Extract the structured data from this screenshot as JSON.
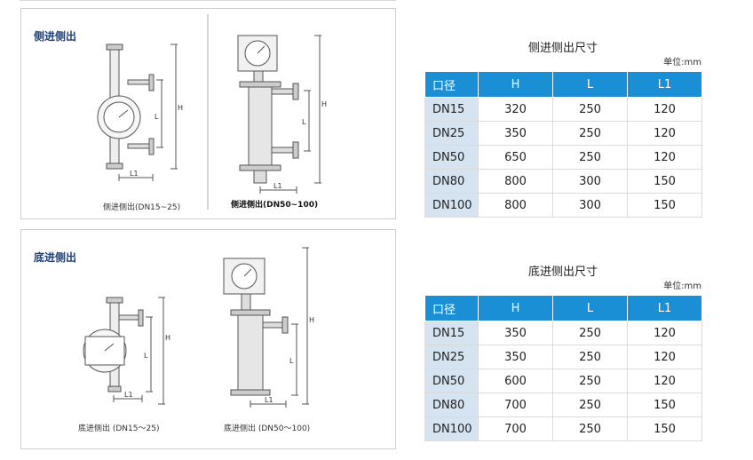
{
  "panels": [
    {
      "title": "侧进侧出",
      "captions": [
        "侧进侧出(DN15~25)",
        "侧进侧出(DN50~100)"
      ]
    },
    {
      "title": "底进侧出",
      "captions": [
        "底进侧出 (DN15～25)",
        "底进侧出 (DN50～100)"
      ]
    }
  ],
  "drawing_labels": {
    "h": "H",
    "l": "L",
    "l1": "L1"
  },
  "specs": [
    {
      "title": "侧进侧出尺寸",
      "unit": "单位:mm",
      "headers": [
        "口径",
        "H",
        "L",
        "L1"
      ],
      "rows": [
        [
          "DN15",
          "320",
          "250",
          "120"
        ],
        [
          "DN25",
          "350",
          "250",
          "120"
        ],
        [
          "DN50",
          "650",
          "250",
          "120"
        ],
        [
          "DN80",
          "800",
          "300",
          "150"
        ],
        [
          "DN100",
          "800",
          "300",
          "150"
        ]
      ]
    },
    {
      "title": "底进侧出尺寸",
      "unit": "单位:mm",
      "headers": [
        "口径",
        "H",
        "L",
        "L1"
      ],
      "rows": [
        [
          "DN15",
          "350",
          "250",
          "120"
        ],
        [
          "DN25",
          "350",
          "250",
          "120"
        ],
        [
          "DN50",
          "600",
          "250",
          "120"
        ],
        [
          "DN80",
          "700",
          "250",
          "150"
        ],
        [
          "DN100",
          "700",
          "250",
          "150"
        ]
      ]
    }
  ],
  "colors": {
    "header_blue": "#1b8fd6",
    "first_col": "#d6e3f0",
    "title_navy": "#1f3f78"
  }
}
